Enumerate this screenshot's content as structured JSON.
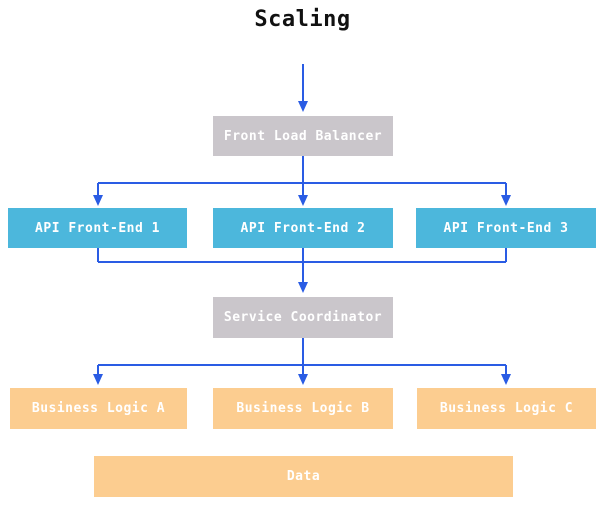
{
  "title": "Scaling",
  "colors": {
    "node_gray": "#cac6cb",
    "node_blue": "#4cb7dc",
    "node_orange": "#fccd90",
    "arrow_blue": "#2a5ce4",
    "node_text": "#ffffff",
    "title_text": "#111111",
    "background": "#ffffff"
  },
  "nodes": {
    "front_load_balancer": {
      "label": "Front Load Balancer",
      "type": "gray"
    },
    "api_front_end_1": {
      "label": "API Front-End 1",
      "type": "blue"
    },
    "api_front_end_2": {
      "label": "API Front-End 2",
      "type": "blue"
    },
    "api_front_end_3": {
      "label": "API Front-End 3",
      "type": "blue"
    },
    "service_coordinator": {
      "label": "Service Coordinator",
      "type": "gray"
    },
    "business_logic_a": {
      "label": "Business Logic A",
      "type": "orange"
    },
    "business_logic_b": {
      "label": "Business Logic B",
      "type": "orange"
    },
    "business_logic_c": {
      "label": "Business Logic C",
      "type": "orange"
    },
    "data": {
      "label": "Data",
      "type": "orange"
    }
  },
  "edges": [
    {
      "from": "Scaling",
      "to": "Front Load Balancer"
    },
    {
      "from": "Front Load Balancer",
      "to": "API Front-End 1"
    },
    {
      "from": "Front Load Balancer",
      "to": "API Front-End 2"
    },
    {
      "from": "Front Load Balancer",
      "to": "API Front-End 3"
    },
    {
      "from": "API Front-End 1",
      "to": "Service Coordinator"
    },
    {
      "from": "API Front-End 2",
      "to": "Service Coordinator"
    },
    {
      "from": "API Front-End 3",
      "to": "Service Coordinator"
    },
    {
      "from": "Service Coordinator",
      "to": "Business Logic A"
    },
    {
      "from": "Service Coordinator",
      "to": "Business Logic B"
    },
    {
      "from": "Service Coordinator",
      "to": "Business Logic C"
    }
  ]
}
